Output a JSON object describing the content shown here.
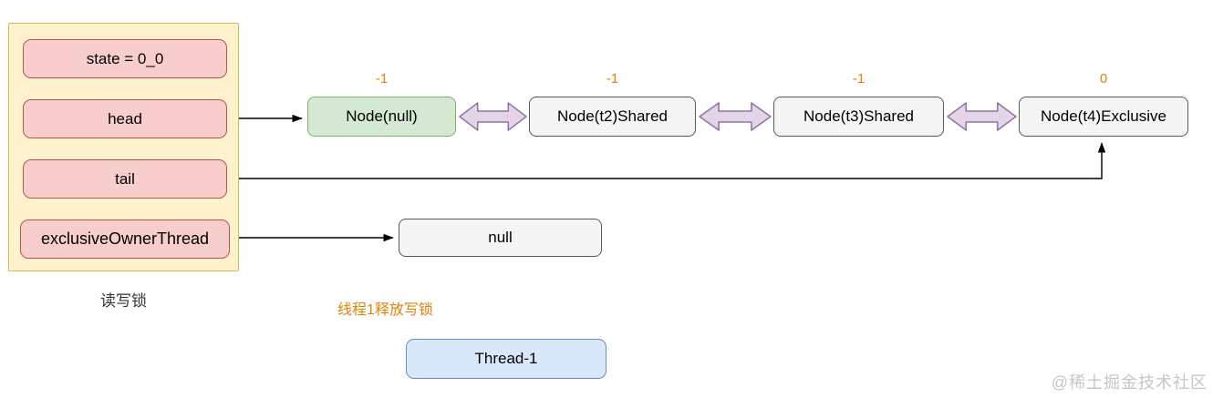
{
  "lock_panel": {
    "caption": "读写锁",
    "fields": [
      {
        "label": "state = 0_0"
      },
      {
        "label": "head"
      },
      {
        "label": "tail"
      },
      {
        "label": "exclusiveOwnerThread"
      }
    ]
  },
  "queue": {
    "nodes": [
      {
        "label": "Node(null)",
        "waitStatus": "-1"
      },
      {
        "label": "Node(t2)Shared",
        "waitStatus": "-1"
      },
      {
        "label": "Node(t3)Shared",
        "waitStatus": "-1"
      },
      {
        "label": "Node(t4)Exclusive",
        "waitStatus": "0"
      }
    ]
  },
  "owner": {
    "value": "null"
  },
  "annotation": {
    "text": "线程1释放写锁"
  },
  "thread": {
    "label": "Thread-1"
  },
  "watermark": "@稀土掘金技术社区",
  "colors": {
    "container-fill": "#fff2cc",
    "container-border": "#d6b656",
    "field-fill": "#f8cecc",
    "field-border": "#b85450",
    "head-node-fill": "#d5e8d4",
    "head-node-border": "#82b366",
    "node-fill": "#f5f5f5",
    "node-border": "#595959",
    "link-fill": "#e1d5e7",
    "link-border": "#9673a6",
    "thread-fill": "#dae8fc",
    "thread-border": "#6c8ebf",
    "accent-orange": "#e0820c",
    "arrow-black": "#000000"
  }
}
